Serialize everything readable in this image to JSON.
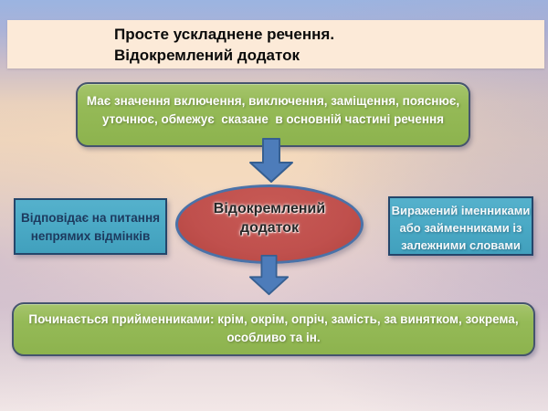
{
  "slide": {
    "background_colors": {
      "top_blue": "#9bb4e1",
      "mid_peach": "#f4d9bb",
      "edge_lavender": "#d0c2cf",
      "bottom_pink": "#f2e7e7"
    }
  },
  "title": {
    "line1": "Просте ускладнене речення.",
    "line2": "Відокремлений додаток",
    "bg_color": "#fcead8",
    "text_color": "#0a0a0a"
  },
  "top_green_box": {
    "lines": [
      "Має значення включення, виключення, заміщення, пояснює,",
      "уточнює, обмежує  сказане  в основній частині речення"
    ],
    "fill_color": "#95ba57",
    "border_color": "#45546e",
    "text_color": "#ffffff"
  },
  "center_ellipse": {
    "line1": "Відокремлений",
    "line2": "додаток",
    "fill_color": "#c0504d",
    "border_color": "#4a72a8",
    "text_color": "#262626"
  },
  "left_blue_box": {
    "lines": [
      "Відповідає на питання",
      "непрямих відмінків"
    ],
    "fill_color": "#4aa9c5",
    "border_color": "#24466b",
    "text_color": "#1d3a5e"
  },
  "right_blue_box": {
    "lines": [
      "Виражений іменниками",
      "або займенниками із",
      "залежними словами"
    ],
    "fill_color": "#4aa9c5",
    "border_color": "#24466b",
    "text_color": "#f4f8fa"
  },
  "bottom_green_box": {
    "lines": [
      "Починається прийменниками: крім, окрім, опріч, замість, за винятком, зокрема,",
      "особливо та ін."
    ],
    "fill_color": "#95ba57",
    "border_color": "#45546e",
    "text_color": "#ffffff"
  },
  "arrows": {
    "direction": "down",
    "fill_color": "#4d7cba",
    "border_color": "#365f91"
  }
}
